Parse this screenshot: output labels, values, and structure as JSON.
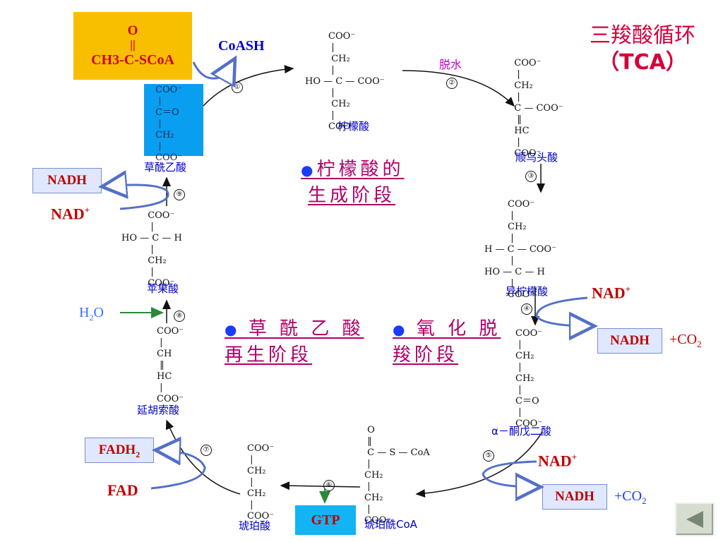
{
  "title": {
    "line1": "三羧酸循环",
    "line2": "（TCA）"
  },
  "acetyl_coa": {
    "line1": "O",
    "line2": "||",
    "line3": "CH3-C-SCoA"
  },
  "coash": "CoASH",
  "dehydration": "脱水",
  "steps": [
    "①",
    "②",
    "③",
    "④",
    "⑤",
    "⑥",
    "⑦",
    "⑧",
    "⑨"
  ],
  "compounds": {
    "citrate": "柠檬酸",
    "cis_aconitate": "顺乌头酸",
    "isocitrate": "异柠檬酸",
    "alpha_kg": "α－酮戊二酸",
    "succinyl_coa": "琥珀酰CoA",
    "succinate": "琥珀酸",
    "fumarate": "延胡索酸",
    "malate": "苹果酸",
    "oxaloacetate": "草酰乙酸"
  },
  "stages": {
    "citrate_formation": {
      "line1": "柠檬酸的",
      "line2": "生成阶段"
    },
    "oxaloacetate_regen": {
      "line1": "草 酰 乙 酸",
      "line2": "再生阶段"
    },
    "oxidative_decarb": {
      "line1": "氧 化 脱",
      "line2": "羧阶段"
    }
  },
  "cofactors": {
    "nadh": "NADH",
    "nad": "NAD",
    "plus": "+",
    "co2": "+CO2",
    "h2o": "H2O",
    "fadh2": "FADH2",
    "fad": "FAD",
    "gtp": "GTP"
  },
  "colors": {
    "acetyl_bg": "#f8be00",
    "oaa_bg": "#0a9ef0",
    "gtp_bg": "#12b4f4",
    "stage_text": "#b0006a",
    "cofactor_red": "#c00000"
  }
}
